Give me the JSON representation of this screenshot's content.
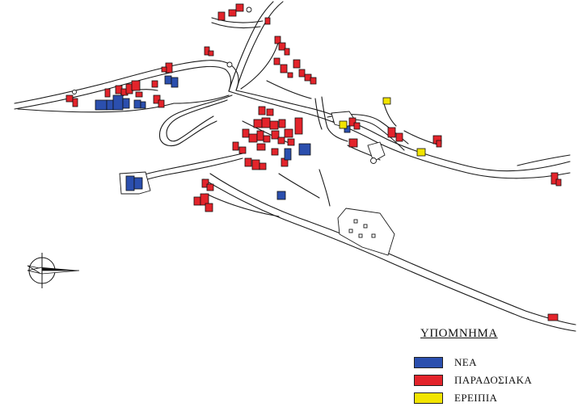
{
  "legend": {
    "title": "ΥΠΟΜΝΗΜΑ",
    "items": [
      {
        "label": "ΝΕΑ",
        "color": "#2b4fae"
      },
      {
        "label": "ΠΑΡΑΔΟΣΙΑΚΑ",
        "color": "#e3242b"
      },
      {
        "label": "ΕΡΕΙΠΙΑ",
        "color": "#f2e400"
      }
    ]
  },
  "compass": {
    "icon": "north-arrow-icon"
  }
}
